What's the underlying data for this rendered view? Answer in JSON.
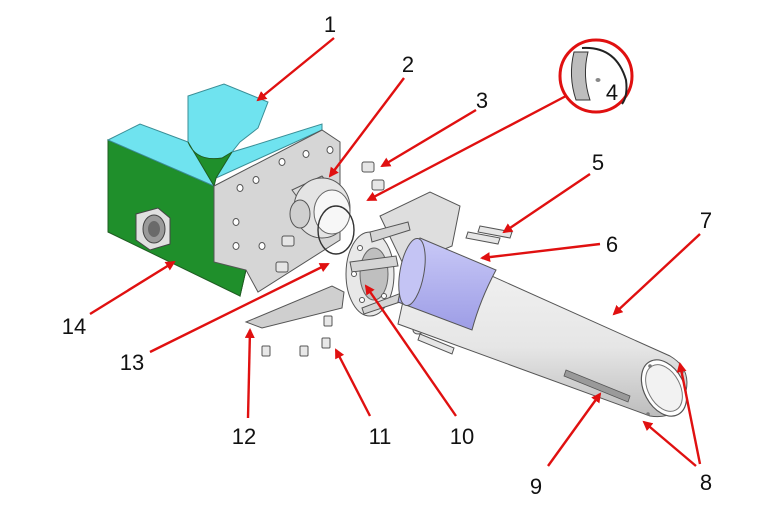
{
  "colors": {
    "arrow": "#e01010",
    "housing_top": "#6fe3ef",
    "housing_side": "#1f8f2b",
    "housing_front": "#d6d6d6",
    "sleeve": "#b4b4f2",
    "metal": "#eeeeee",
    "outline": "#444444"
  },
  "callouts": [
    {
      "id": "1",
      "text": "1"
    },
    {
      "id": "2",
      "text": "2"
    },
    {
      "id": "3",
      "text": "3"
    },
    {
      "id": "4",
      "text": "4"
    },
    {
      "id": "5",
      "text": "5"
    },
    {
      "id": "6",
      "text": "6"
    },
    {
      "id": "7",
      "text": "7"
    },
    {
      "id": "8",
      "text": "8"
    },
    {
      "id": "9",
      "text": "9"
    },
    {
      "id": "10",
      "text": "10"
    },
    {
      "id": "11",
      "text": "11"
    },
    {
      "id": "12",
      "text": "12"
    },
    {
      "id": "13",
      "text": "13"
    },
    {
      "id": "14",
      "text": "14"
    }
  ]
}
